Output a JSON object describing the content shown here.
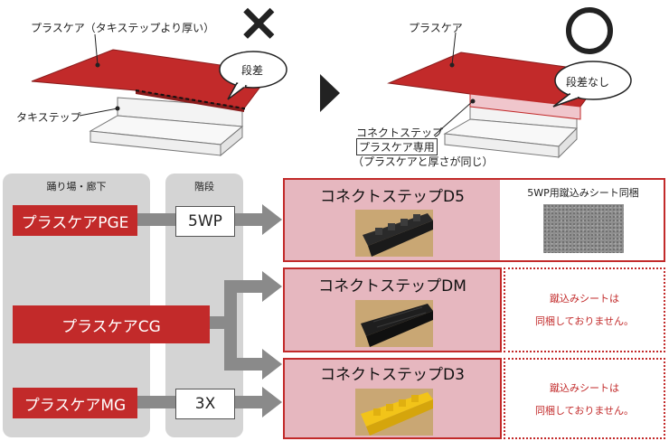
{
  "top_left": {
    "mark": "×",
    "plascare_label": "プラスケア（タキステップより厚い）",
    "bubble": "段差",
    "takistep_label": "タキステップ"
  },
  "top_right": {
    "mark": "○",
    "plascare_label": "プラスケア",
    "bubble": "段差なし",
    "connect_line1": "コネクトステップ",
    "connect_line2": "プラスケア専用",
    "connect_line3": "（プラスケアと厚さが同じ）"
  },
  "panels": {
    "floor_title": "踊り場・廊下",
    "stairs_title": "階段"
  },
  "rows": [
    {
      "floor": "プラスケアPGE",
      "stairs": "5WP",
      "product": "コネクトステップD5",
      "note_title": "5WP用蹴込みシート同梱",
      "note": ""
    },
    {
      "floor": "プラスケアCG",
      "stairs": "",
      "product": "コネクトステップDM",
      "note_title": "",
      "note_line1": "蹴込みシートは",
      "note_line2": "同梱しておりません。"
    },
    {
      "floor": "プラスケアMG",
      "stairs": "3X",
      "product": "コネクトステップD3",
      "note_title": "",
      "note_line1": "蹴込みシートは",
      "note_line2": "同梱しておりません。"
    }
  ],
  "colors": {
    "red": "#c22a2a",
    "pink": "#e6b7bf",
    "panel": "#d4d4d4",
    "arrow": "#8a8a8a"
  }
}
